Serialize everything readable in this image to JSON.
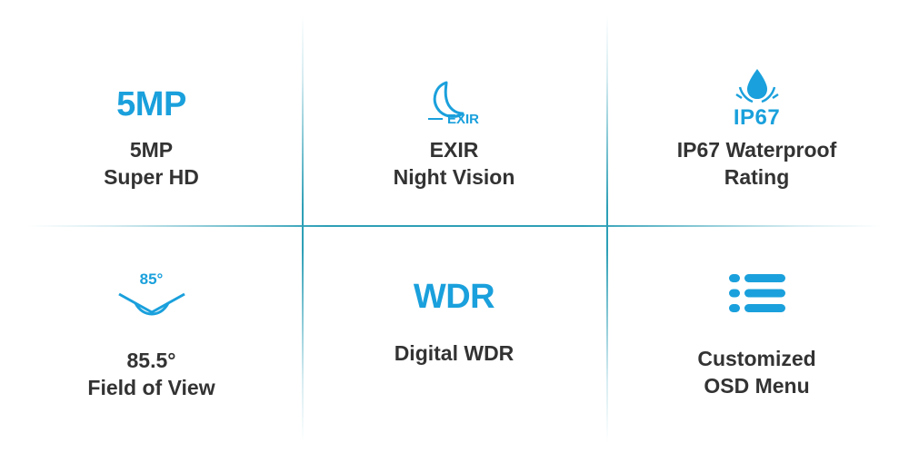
{
  "accent_color": "#1aa0dc",
  "features": [
    {
      "icon": "5mp-text-icon",
      "icon_text": "5MP",
      "line1": "5MP",
      "line2": "Super HD"
    },
    {
      "icon": "moon-exir-icon",
      "icon_text": "EXIR",
      "line1": "EXIR",
      "line2": "Night Vision"
    },
    {
      "icon": "water-drop-icon",
      "icon_text": "IP67",
      "line1": "IP67 Waterproof",
      "line2": "Rating"
    },
    {
      "icon": "angle-85-icon",
      "icon_text": "85°",
      "line1": "85.5°",
      "line2": "Field of View"
    },
    {
      "icon": "wdr-text-icon",
      "icon_text": "WDR",
      "line1": "Digital WDR",
      "line2": ""
    },
    {
      "icon": "menu-list-icon",
      "icon_text": "",
      "line1": "Customized",
      "line2": "OSD Menu"
    }
  ]
}
